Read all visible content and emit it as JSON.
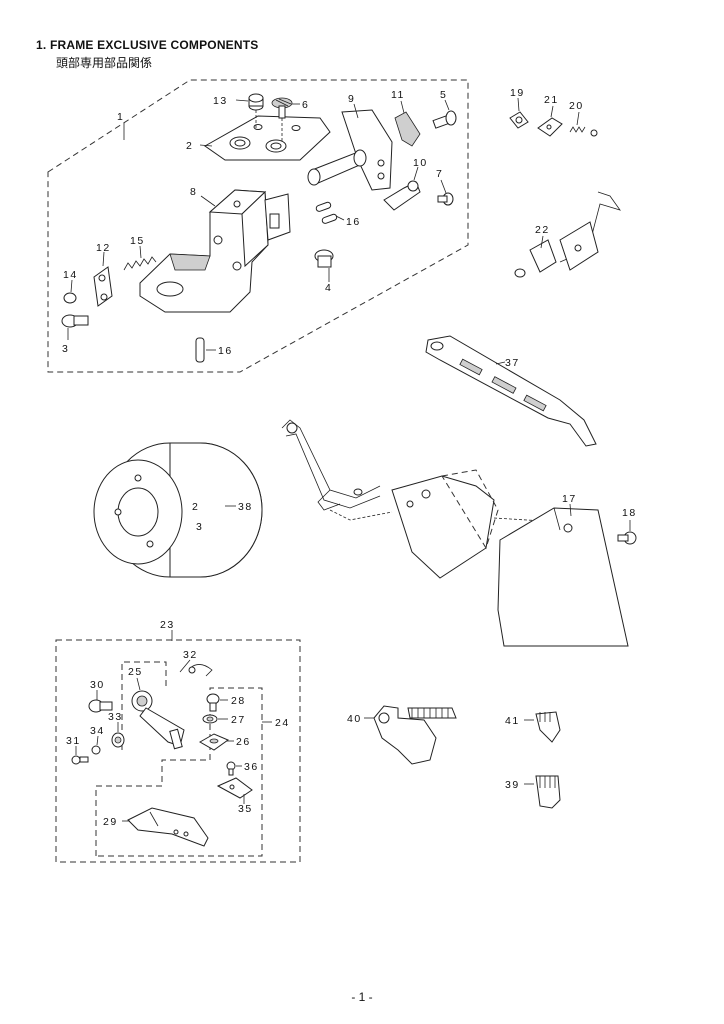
{
  "page": {
    "title": "1.  FRAME EXCLUSIVE COMPONENTS",
    "subtitle": "頭部専用部品関係",
    "footer": "- 1 -"
  },
  "callouts": {
    "c1": "1",
    "c2": "2",
    "c3": "3",
    "c4": "4",
    "c5": "5",
    "c6": "6",
    "c7": "7",
    "c8": "8",
    "c9": "9",
    "c10": "10",
    "c11": "11",
    "c12": "12",
    "c13": "13",
    "c14": "14",
    "c15": "15",
    "c16a": "16",
    "c16b": "16",
    "c17": "17",
    "c18": "18",
    "c19": "19",
    "c20": "20",
    "c21": "21",
    "c22": "22",
    "c23": "23",
    "c24": "24",
    "c25": "25",
    "c26": "26",
    "c27": "27",
    "c28": "28",
    "c29": "29",
    "c30": "30",
    "c31": "31",
    "c32": "32",
    "c33": "33",
    "c34": "34",
    "c35": "35",
    "c36": "36",
    "c37": "37",
    "c38": "38",
    "c39": "39",
    "c40": "40",
    "c41": "41"
  },
  "pulley_marks": {
    "m2": "2",
    "m3": "3"
  }
}
